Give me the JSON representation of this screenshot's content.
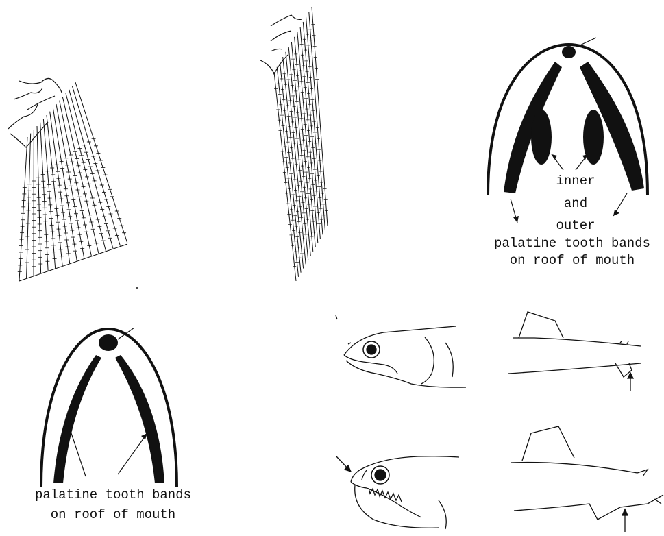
{
  "labels": {
    "inner": "inner",
    "and": "and",
    "outer": "outer",
    "palatine_top_1": "palatine tooth bands",
    "palatine_top_2": "on roof of mouth",
    "palatine_bottom_1": "palatine tooth bands",
    "palatine_bottom_2": "on roof of mouth"
  },
  "colors": {
    "ink": "#111111",
    "background": "#ffffff"
  }
}
